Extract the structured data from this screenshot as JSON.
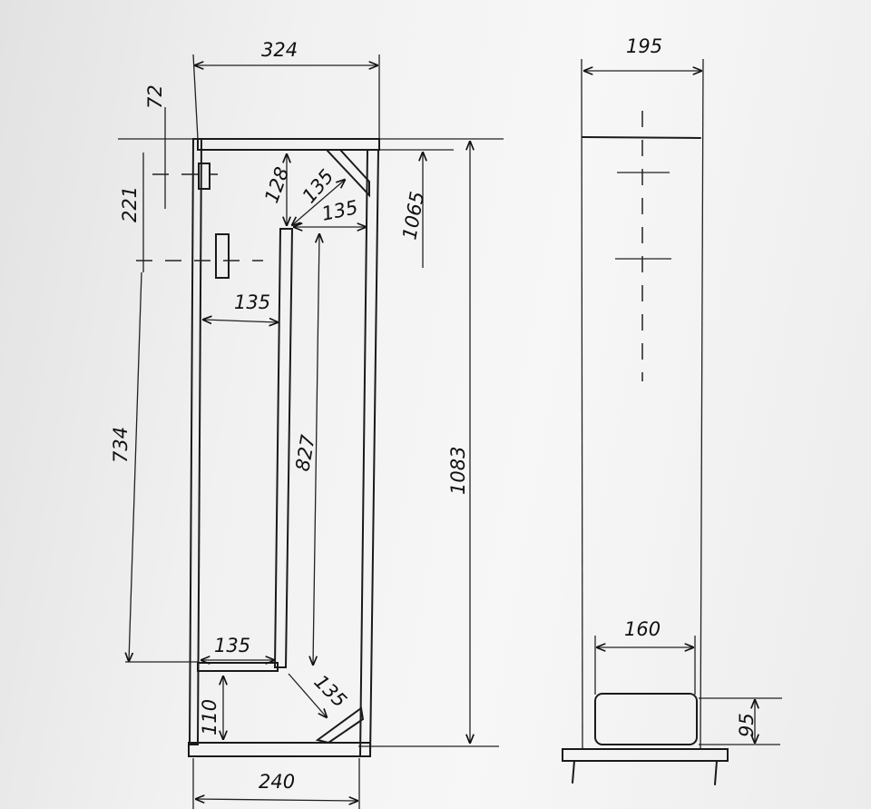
{
  "drawing": {
    "side_view": {
      "overall_width": "324",
      "port1_offset": "72",
      "port_spacing": "221",
      "top_chamber_height": "128",
      "diagonal_brace_top": "135",
      "top_channel_width": "135",
      "inner_height": "1065",
      "channel_width_left": "135",
      "lower_span": "734",
      "partition_height": "827",
      "overall_height": "1083",
      "bottom_channel_width": "135",
      "diagonal_brace_bottom": "135",
      "bottom_opening_height": "110",
      "base_width": "240"
    },
    "front_view": {
      "width": "195",
      "port_width": "160",
      "port_height": "95"
    }
  }
}
